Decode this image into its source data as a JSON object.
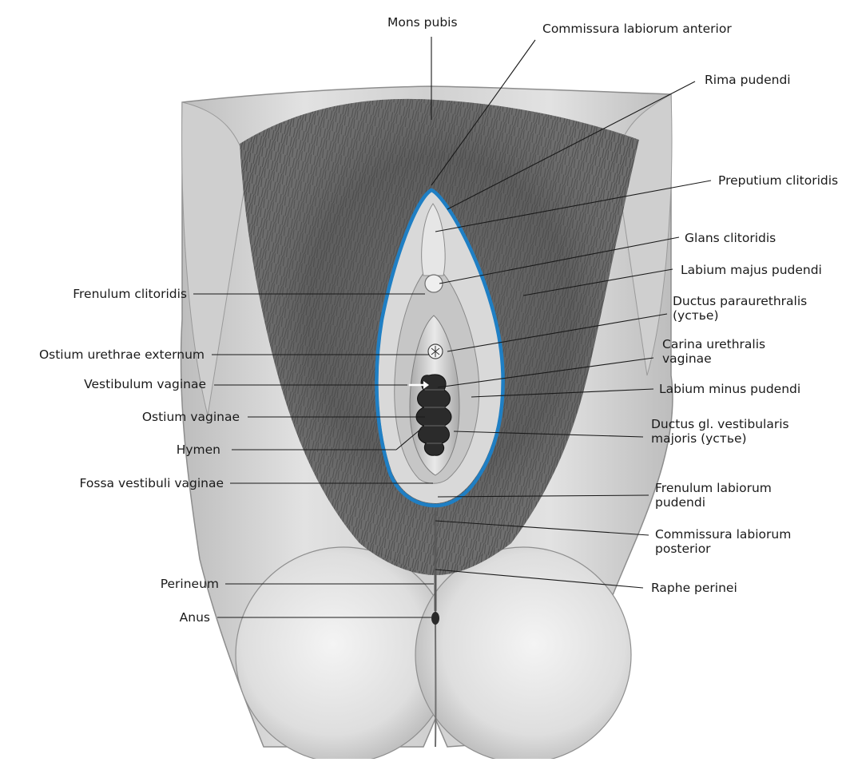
{
  "labels": {
    "mons_pubis": "Mons pubis",
    "commissura_anterior": "Commissura labiorum anterior",
    "rima_pudendi": "Rima pudendi",
    "preputium_clitoridis": "Preputium clitoridis",
    "glans_clitoridis": "Glans clitoridis",
    "labium_majus": "Labium majus pudendi",
    "ductus_paraurethralis": [
      "Ductus paraurethralis",
      "(устье)"
    ],
    "carina_urethralis": [
      "Carina urethralis",
      "vaginae"
    ],
    "labium_minus": "Labium minus pudendi",
    "ductus_gl_vestibularis": [
      "Ductus gl. vestibularis",
      "majoris (устье)"
    ],
    "frenulum_labiorum": [
      "Frenulum labiorum",
      "pudendi"
    ],
    "commissura_posterior": [
      "Commissura labiorum",
      "posterior"
    ],
    "raphe_perinei": "Raphe perinei",
    "frenulum_clitoridis": "Frenulum clitoridis",
    "ostium_urethrae": "Ostium urethrae externum",
    "vestibulum_vaginae": "Vestibulum vaginae",
    "ostium_vaginae": "Ostium vaginae",
    "hymen": "Hymen",
    "fossa_vestibuli": "Fossa vestibuli vaginae",
    "perineum": "Perineum",
    "anus": "Anus"
  },
  "colors": {
    "outline": "#1f7fc4",
    "leader": "#1a1a1a",
    "skin": "#dcdcdc",
    "hair": "#3a3a3a"
  }
}
